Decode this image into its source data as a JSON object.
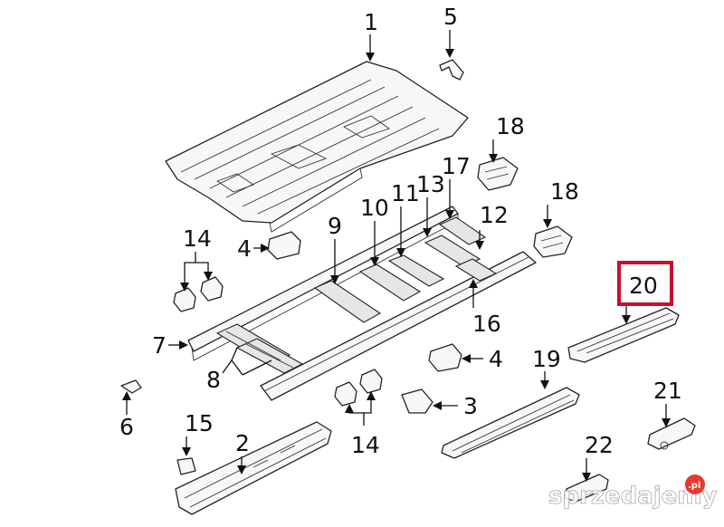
{
  "callouts": {
    "c1": "1",
    "c2": "2",
    "c3": "3",
    "c4a": "4",
    "c4b": "4",
    "c5": "5",
    "c6": "6",
    "c7": "7",
    "c8": "8",
    "c9": "9",
    "c10": "10",
    "c11": "11",
    "c12": "12",
    "c13": "13",
    "c14a": "14",
    "c14b": "14",
    "c15": "15",
    "c16": "16",
    "c17": "17",
    "c18a": "18",
    "c18b": "18",
    "c19": "19",
    "c20": "20",
    "c21": "21",
    "c22": "22"
  },
  "highlighted_callout": "20",
  "watermark": {
    "text": "sprzedajemy",
    "badge": ".pl"
  },
  "colors": {
    "highlight": "#c8102e",
    "line": "#111111",
    "part_fill": "#f7f7f7"
  }
}
